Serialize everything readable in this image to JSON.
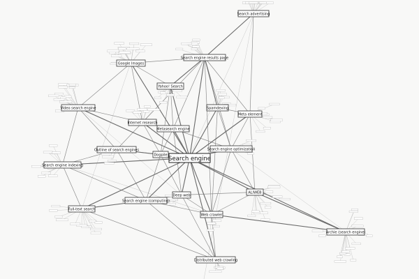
{
  "graph": {
    "main_node": {
      "id": "search-engine",
      "label": "Search engine"
    },
    "nodes": [
      {
        "id": "search-advertising",
        "label": "Search advertising"
      },
      {
        "id": "serp",
        "label": "Search engine results page"
      },
      {
        "id": "google-images",
        "label": "Google Images"
      },
      {
        "id": "yahoo-search",
        "label": "Yahoo! Search"
      },
      {
        "id": "spamdexing",
        "label": "Spamdexing"
      },
      {
        "id": "meta-element",
        "label": "Meta element"
      },
      {
        "id": "video-search-engine",
        "label": "Video search engine"
      },
      {
        "id": "internet-research",
        "label": "Internet research"
      },
      {
        "id": "metasearch-engine",
        "label": "Metasearch engine"
      },
      {
        "id": "outline-of-search-engines",
        "label": "Outline of search engines"
      },
      {
        "id": "dogpile",
        "label": "Dogpile"
      },
      {
        "id": "seo",
        "label": "Search engine optimization"
      },
      {
        "id": "search-engine-indexing",
        "label": "Search engine indexing"
      },
      {
        "id": "deep-web",
        "label": "Deep web"
      },
      {
        "id": "aliweb",
        "label": "ALIWEB"
      },
      {
        "id": "full-text-search",
        "label": "Full-text search"
      },
      {
        "id": "search-engine-computing",
        "label": "Search engine (computing)"
      },
      {
        "id": "web-crawler",
        "label": "Web crawler"
      },
      {
        "id": "archie",
        "label": "Archie (search engine)"
      },
      {
        "id": "distributed-web-crawling",
        "label": "Distributed web crawling"
      }
    ]
  }
}
